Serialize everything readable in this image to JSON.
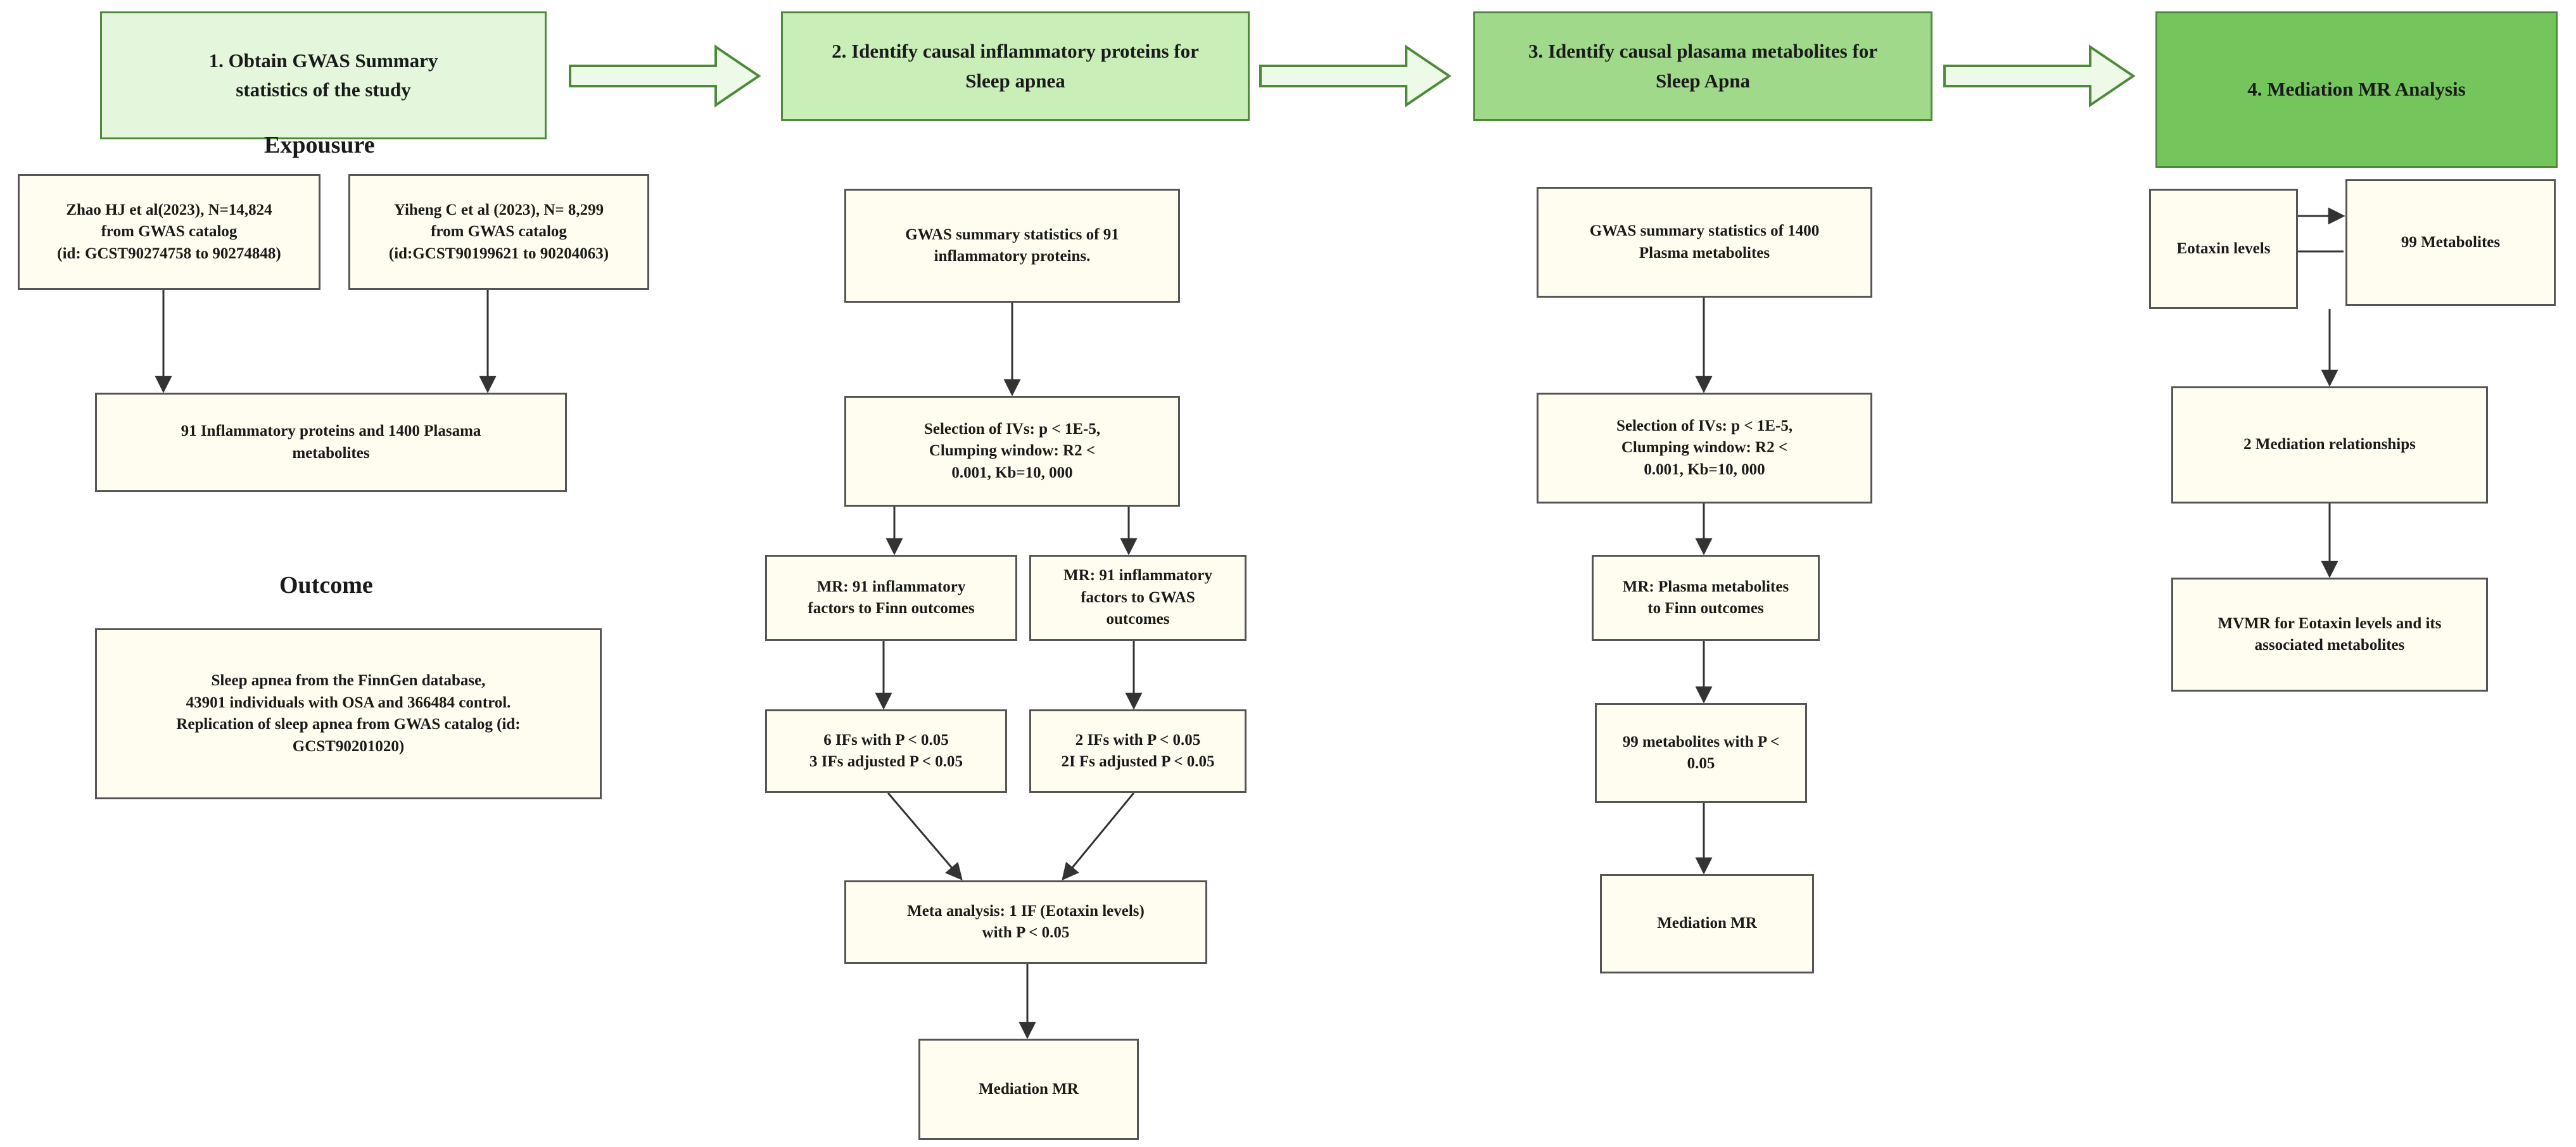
{
  "headers": {
    "step1": "1. Obtain GWAS Summary\nstatistics of the study",
    "step2": "2. Identify causal inflammatory proteins for\nSleep apnea",
    "step3": "3. Identify causal plasama metabolites for\nSleep Apna",
    "step4": "4. Mediation MR Analysis"
  },
  "column1": {
    "exposure_label": "Expousure",
    "source_a": "Zhao HJ et al(2023), N=14,824\nfrom GWAS catalog\n(id: GCST90274758 to 90274848)",
    "source_b": "Yiheng C et al (2023), N=  8,299\nfrom GWAS catalog\n(id:GCST90199621 to 90204063)",
    "combined": "91 Inflammatory proteins and 1400 Plasama\nmetabolites",
    "outcome_label": "Outcome",
    "outcome": "Sleep apnea from the FinnGen database,\n43901 individuals with OSA and 366484 control.\nReplication of sleep apnea from  GWAS catalog (id:\nGCST90201020)"
  },
  "column2": {
    "gwas": "GWAS summary statistics of 91\ninflammatory proteins.",
    "selection": "Selection of IVs:  p < 1E-5,\nClumping window:   R2 <\n0.001, Kb=10,   000",
    "mr_finn": "MR: 91 inflammatory\nfactors to Finn outcomes",
    "mr_gwas": "MR: 91 inflammatory\nfactors to GWAS\noutcomes",
    "res_finn": "6 IFs with P < 0.05\n3 IFs adjusted P < 0.05",
    "res_gwas": "2 IFs with P < 0.05\n2I Fs adjusted P < 0.05",
    "meta": "Meta analysis:  1 IF  (Eotaxin levels)\nwith P < 0.05",
    "mediation": "Mediation MR"
  },
  "column3": {
    "gwas": "GWAS summary statistics of 1400\nPlasma metabolites",
    "selection": "Selection of IVs:  p < 1E-5,\nClumping window:   R2 <\n0.001, Kb=10,   000",
    "mr_finn": "MR: Plasma metabolites\nto Finn outcomes",
    "result": "99 metabolites with P <\n0.05",
    "mediation": "Mediation MR"
  },
  "column4": {
    "eotaxin": "Eotaxin levels",
    "metabolites": "99 Metabolites",
    "relationships": "2 Mediation relationships",
    "mvmr": "MVMR for Eotaxin levels and its\nassociated metabolites"
  },
  "colors": {
    "box_fill": "#fffdf0",
    "box_border": "#555555",
    "header_fill_1": "#e4f6dc",
    "header_fill_2": "#c9eeb8",
    "header_fill_3": "#9fd989",
    "header_fill_4": "#74c65c",
    "block_arrow_fill": "#eefae8",
    "block_arrow_stroke": "#4f8a3c"
  }
}
